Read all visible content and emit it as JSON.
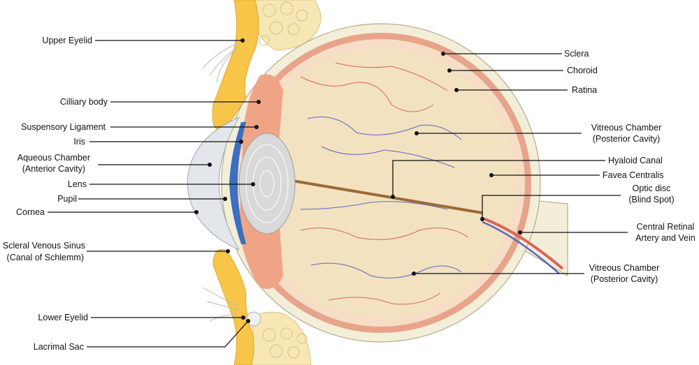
{
  "colors": {
    "sclera": "#f3eed8",
    "sclera_edge": "#b8ab8c",
    "choroid": "#e7a48a",
    "retina": "#f6ddc6",
    "vitreous": "#f3e2c0",
    "eyelid": "#f7c548",
    "lens": "#d9d9d9",
    "iris": "#3a6fc1",
    "cornea": "#e3e6ea",
    "vessel_red": "#d9655a",
    "vessel_blue": "#5a66c2",
    "hyaloid": "#9b6a35",
    "bone": "#f6e7b5"
  },
  "labels": {
    "upper_eyelid": "Upper Eyelid",
    "ciliary_body": "Cilliary body",
    "suspensory_ligament": "Suspensory Ligament",
    "iris": "Iris",
    "aqueous_chamber_1": "Aqueous Chamber",
    "aqueous_chamber_2": "(Anterior Cavity)",
    "lens": "Lens",
    "pupil": "Pupil",
    "cornea": "Cornea",
    "scleral_sinus_1": "Scleral Venous Sinus",
    "scleral_sinus_2": "(Canal of Schlemm)",
    "lower_eyelid": "Lower Eyelid",
    "lacrimal_sac": "Lacrimal Sac",
    "sclera": "Sclera",
    "choroid": "Choroid",
    "retina": "Ratina",
    "vitreous_upper_1": "Vitreous Chamber",
    "vitreous_upper_2": "(Posterior Cavity)",
    "hyaloid_canal": "Hyaloid Canal",
    "fovea": "Favea Centralis",
    "optic_disc_1": "Optic disc",
    "optic_disc_2": "(Blind Spot)",
    "central_retinal_1": "Central Retinal",
    "central_retinal_2": "Artery and Vein",
    "vitreous_lower_1": "Vitreous Chamber",
    "vitreous_lower_2": "(Posterior Cavity)"
  }
}
